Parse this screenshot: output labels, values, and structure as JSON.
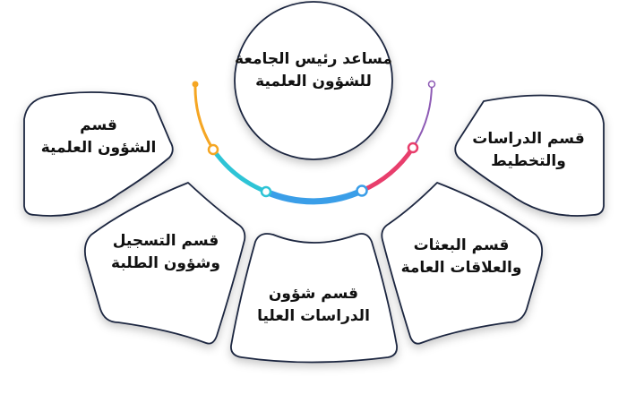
{
  "center_node": {
    "line1": "مساعد رئيس الجامعة",
    "line2": "للشؤون العلمية"
  },
  "departments": [
    {
      "line1": "قسم الدراسات",
      "line2": "والتخطيط"
    },
    {
      "line1": "قسم البعثات",
      "line2": "والعلاقات العامة"
    },
    {
      "line1": "قسم شؤون",
      "line2": "الدراسات العليا"
    },
    {
      "line1": "قسم التسجيل",
      "line2": "وشؤون الطلبة"
    },
    {
      "line1": "قسم",
      "line2": "الشؤون العلمية"
    }
  ],
  "colors": {
    "stroke": "#1d2740",
    "arc_orange": "#f5a623",
    "arc_cyan": "#2ec4d6",
    "arc_blue": "#3a9ee8",
    "arc_pink": "#e83e6c",
    "arc_purple": "#8e5bb5"
  }
}
